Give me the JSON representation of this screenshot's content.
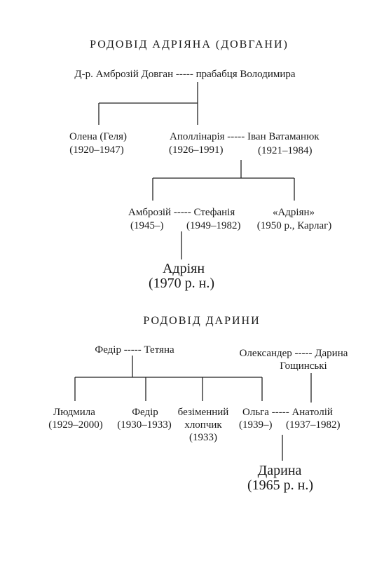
{
  "tree1": {
    "title": "РОДОВІД АДРІЯНА (ДОВГАНИ)",
    "root": "Д-р. Амброзій Довган ----- прабабця Володимира",
    "gen2": {
      "olena_name": "Олена (Геля)",
      "olena_years": "(1920–1947)",
      "couple_name": "Аполлінарія ----- Іван Ватаманюк",
      "apol_years": "(1926–1991)",
      "ivan_years": "(1921–1984)"
    },
    "gen3": {
      "couple_name": "Амброзій ----- Стефанія",
      "ambr_years": "(1945–)",
      "stef_years": "(1949–1982)",
      "adriyan_name": "«Адріян»",
      "adriyan_note": "(1950 р., Карлаг)"
    },
    "gen4": {
      "name": "Адріян",
      "years": "(1970 р. н.)"
    }
  },
  "tree2": {
    "title": "РОДОВІД ДАРИНИ",
    "root_left": "Федір ----- Тетяна",
    "root_right": "Олександер ----- Дарина",
    "root_right_surname": "Гощинські",
    "children": {
      "lyudmyla_name": "Людмила",
      "lyudmyla_years": "(1929–2000)",
      "fedir_name": "Федір",
      "fedir_years": "(1930–1933)",
      "boy_line1": "безіменний",
      "boy_line2": "хлопчик",
      "boy_years": "(1933)",
      "couple_name": "Ольга ----- Анатолій",
      "olga_years": "(1939–)",
      "anatoliy_years": "(1937–1982)"
    },
    "gen3": {
      "name": "Дарина",
      "years": "(1965 р. н.)"
    }
  }
}
